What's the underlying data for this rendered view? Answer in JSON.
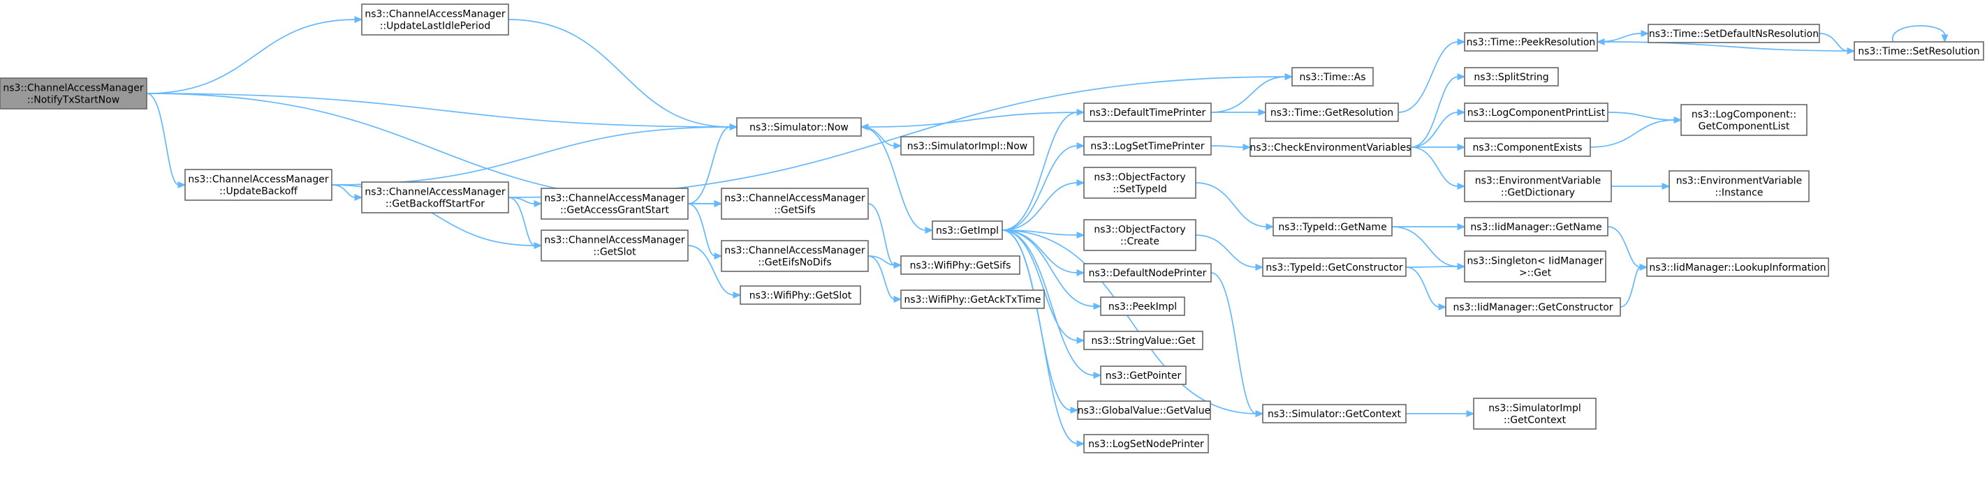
{
  "graph": {
    "title": "",
    "nodes": [
      {
        "id": "notify",
        "lines": [
          "ns3::ChannelAccessManager",
          "::NotifyTxStartNow"
        ],
        "root": true
      },
      {
        "id": "updIdle",
        "lines": [
          "ns3::ChannelAccessManager",
          "::UpdateLastIdlePeriod"
        ]
      },
      {
        "id": "updBackoff",
        "lines": [
          "ns3::ChannelAccessManager",
          "::UpdateBackoff"
        ]
      },
      {
        "id": "backoffStart",
        "lines": [
          "ns3::ChannelAccessManager",
          "::GetBackoffStartFor"
        ]
      },
      {
        "id": "grantStart",
        "lines": [
          "ns3::ChannelAccessManager",
          "::GetAccessGrantStart"
        ]
      },
      {
        "id": "cmGetSifs",
        "lines": [
          "ns3::ChannelAccessManager",
          "::GetSifs"
        ]
      },
      {
        "id": "cmGetSlot",
        "lines": [
          "ns3::ChannelAccessManager",
          "::GetSlot"
        ]
      },
      {
        "id": "eifs",
        "lines": [
          "ns3::ChannelAccessManager",
          "::GetEifsNoDifs"
        ]
      },
      {
        "id": "simNow",
        "lines": [
          "ns3::Simulator::Now"
        ]
      },
      {
        "id": "implNow",
        "lines": [
          "ns3::SimulatorImpl::Now"
        ]
      },
      {
        "id": "getImpl",
        "lines": [
          "ns3::GetImpl"
        ]
      },
      {
        "id": "phySifs",
        "lines": [
          "ns3::WifiPhy::GetSifs"
        ]
      },
      {
        "id": "phySlot",
        "lines": [
          "ns3::WifiPhy::GetSlot"
        ]
      },
      {
        "id": "ackTx",
        "lines": [
          "ns3::WifiPhy::GetAckTxTime"
        ]
      },
      {
        "id": "timeAs",
        "lines": [
          "ns3::Time::As"
        ]
      },
      {
        "id": "defTime",
        "lines": [
          "ns3::DefaultTimePrinter"
        ]
      },
      {
        "id": "getRes",
        "lines": [
          "ns3::Time::GetResolution"
        ]
      },
      {
        "id": "peekRes",
        "lines": [
          "ns3::Time::PeekResolution"
        ]
      },
      {
        "id": "setDefNs",
        "lines": [
          "ns3::Time::SetDefaultNsResolution"
        ]
      },
      {
        "id": "setRes",
        "lines": [
          "ns3::Time::SetResolution"
        ]
      },
      {
        "id": "logSetTime",
        "lines": [
          "ns3::LogSetTimePrinter"
        ]
      },
      {
        "id": "checkEnv",
        "lines": [
          "ns3::CheckEnvironmentVariables"
        ]
      },
      {
        "id": "split",
        "lines": [
          "ns3::SplitString"
        ]
      },
      {
        "id": "logPrintList",
        "lines": [
          "ns3::LogComponentPrintList"
        ]
      },
      {
        "id": "compList",
        "lines": [
          "ns3::LogComponent::",
          "GetComponentList"
        ]
      },
      {
        "id": "compExists",
        "lines": [
          "ns3::ComponentExists"
        ]
      },
      {
        "id": "envDict",
        "lines": [
          "ns3::EnvironmentVariable",
          "::GetDictionary"
        ]
      },
      {
        "id": "envInst",
        "lines": [
          "ns3::EnvironmentVariable",
          "::Instance"
        ]
      },
      {
        "id": "ofSet",
        "lines": [
          "ns3::ObjectFactory",
          "::SetTypeId"
        ]
      },
      {
        "id": "ofCreate",
        "lines": [
          "ns3::ObjectFactory",
          "::Create"
        ]
      },
      {
        "id": "defNode",
        "lines": [
          "ns3::DefaultNodePrinter"
        ]
      },
      {
        "id": "peekImpl",
        "lines": [
          "ns3::PeekImpl"
        ]
      },
      {
        "id": "strGet",
        "lines": [
          "ns3::StringValue::Get"
        ]
      },
      {
        "id": "getPtr",
        "lines": [
          "ns3::GetPointer"
        ]
      },
      {
        "id": "gvGet",
        "lines": [
          "ns3::GlobalValue::GetValue"
        ]
      },
      {
        "id": "logNode",
        "lines": [
          "ns3::LogSetNodePrinter"
        ]
      },
      {
        "id": "typeName",
        "lines": [
          "ns3::TypeId::GetName"
        ]
      },
      {
        "id": "typeCons",
        "lines": [
          "ns3::TypeId::GetConstructor"
        ]
      },
      {
        "id": "iidName",
        "lines": [
          "ns3::IidManager::GetName"
        ]
      },
      {
        "id": "singleton",
        "lines": [
          "ns3::Singleton< IidManager",
          " >::Get"
        ]
      },
      {
        "id": "iidCons",
        "lines": [
          "ns3::IidManager::GetConstructor"
        ]
      },
      {
        "id": "lookup",
        "lines": [
          "ns3::IidManager::LookupInformation"
        ]
      },
      {
        "id": "simCtx",
        "lines": [
          "ns3::Simulator::GetContext"
        ]
      },
      {
        "id": "implCtx",
        "lines": [
          "ns3::SimulatorImpl",
          "::GetContext"
        ]
      }
    ],
    "edges": [
      [
        "notify",
        "updIdle"
      ],
      [
        "notify",
        "simNow"
      ],
      [
        "notify",
        "updBackoff"
      ],
      [
        "notify",
        "cmGetSifs"
      ],
      [
        "updIdle",
        "simNow"
      ],
      [
        "updBackoff",
        "simNow"
      ],
      [
        "updBackoff",
        "backoffStart"
      ],
      [
        "updBackoff",
        "cmGetSlot"
      ],
      [
        "backoffStart",
        "timeAs"
      ],
      [
        "backoffStart",
        "grantStart"
      ],
      [
        "backoffStart",
        "cmGetSlot"
      ],
      [
        "grantStart",
        "simNow"
      ],
      [
        "grantStart",
        "cmGetSifs"
      ],
      [
        "grantStart",
        "eifs"
      ],
      [
        "cmGetSifs",
        "phySifs"
      ],
      [
        "cmGetSlot",
        "phySlot"
      ],
      [
        "eifs",
        "phySifs"
      ],
      [
        "eifs",
        "ackTx"
      ],
      [
        "simNow",
        "implNow"
      ],
      [
        "simNow",
        "getImpl"
      ],
      [
        "getImpl",
        "defTime"
      ],
      [
        "getImpl",
        "logSetTime"
      ],
      [
        "getImpl",
        "ofSet"
      ],
      [
        "getImpl",
        "ofCreate"
      ],
      [
        "getImpl",
        "defNode"
      ],
      [
        "getImpl",
        "peekImpl"
      ],
      [
        "getImpl",
        "strGet"
      ],
      [
        "getImpl",
        "getPtr"
      ],
      [
        "getImpl",
        "gvGet"
      ],
      [
        "getImpl",
        "logNode"
      ],
      [
        "getImpl",
        "simCtx"
      ],
      [
        "defTime",
        "simNow"
      ],
      [
        "defTime",
        "timeAs"
      ],
      [
        "defTime",
        "getRes"
      ],
      [
        "getRes",
        "peekRes"
      ],
      [
        "peekRes",
        "setDefNs"
      ],
      [
        "setDefNs",
        "setRes"
      ],
      [
        "setRes",
        "peekRes"
      ],
      [
        "setRes",
        "setRes"
      ],
      [
        "logSetTime",
        "checkEnv"
      ],
      [
        "checkEnv",
        "split"
      ],
      [
        "checkEnv",
        "logPrintList"
      ],
      [
        "checkEnv",
        "compExists"
      ],
      [
        "checkEnv",
        "envDict"
      ],
      [
        "logPrintList",
        "compList"
      ],
      [
        "compExists",
        "compList"
      ],
      [
        "envDict",
        "envInst"
      ],
      [
        "ofSet",
        "typeName"
      ],
      [
        "ofCreate",
        "typeCons"
      ],
      [
        "typeName",
        "iidName"
      ],
      [
        "typeName",
        "singleton"
      ],
      [
        "typeCons",
        "singleton"
      ],
      [
        "typeCons",
        "iidCons"
      ],
      [
        "iidName",
        "lookup"
      ],
      [
        "iidCons",
        "lookup"
      ],
      [
        "defNode",
        "simCtx"
      ],
      [
        "simCtx",
        "implCtx"
      ]
    ],
    "colors": {
      "edge": "#63b8ff",
      "node_border": "#666666",
      "node_fill": "#ffffff",
      "root_fill": "#999999"
    }
  }
}
